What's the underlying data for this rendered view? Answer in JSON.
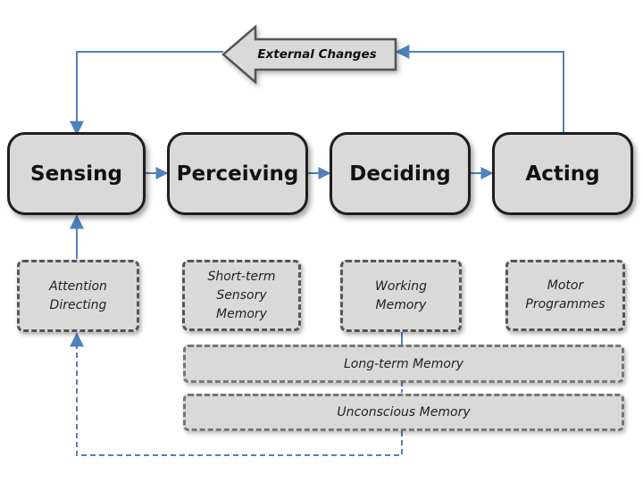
{
  "top_arrow": {
    "label": "External Changes"
  },
  "stages": [
    {
      "id": "sensing",
      "label": "Sensing"
    },
    {
      "id": "perceiving",
      "label": "Perceiving"
    },
    {
      "id": "deciding",
      "label": "Deciding"
    },
    {
      "id": "acting",
      "label": "Acting"
    }
  ],
  "stage_memories": [
    {
      "id": "attention-directing",
      "label": "Attention\nDirecting"
    },
    {
      "id": "short-term-sensory-memory",
      "label": "Short-term\nSensory\nMemory"
    },
    {
      "id": "working-memory",
      "label": "Working\nMemory"
    },
    {
      "id": "motor-programmes",
      "label": "Motor\nProgrammes"
    }
  ],
  "stores": [
    {
      "id": "long-term-memory",
      "label": "Long-term Memory"
    },
    {
      "id": "unconscious-memory",
      "label": "Unconscious Memory"
    }
  ],
  "colors": {
    "arrow": "#4f81bd",
    "box_fill": "#d9d9d9",
    "stage_border": "#1e1e1e",
    "dashed_border": "#555555"
  }
}
